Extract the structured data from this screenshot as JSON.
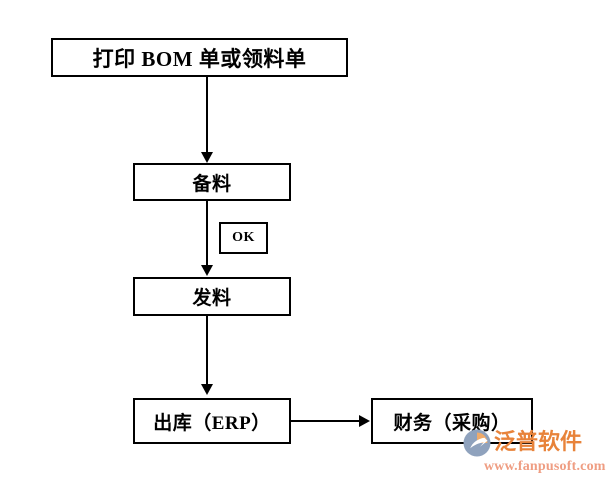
{
  "diagram": {
    "type": "flowchart",
    "title": "",
    "orientation": "top-to-bottom",
    "nodes": [
      {
        "id": "print",
        "label": "打印 BOM 单或领料单",
        "shape": "rectangle"
      },
      {
        "id": "prepare",
        "label": "备料",
        "shape": "rectangle"
      },
      {
        "id": "ok",
        "label": "OK",
        "shape": "rectangle"
      },
      {
        "id": "issue",
        "label": "发料",
        "shape": "rectangle"
      },
      {
        "id": "outbound",
        "label": "出库（ERP）",
        "shape": "rectangle"
      },
      {
        "id": "finance",
        "label": "财务（采购）",
        "shape": "rectangle"
      }
    ],
    "edges": [
      {
        "from": "print",
        "to": "prepare",
        "direction": "down",
        "label": ""
      },
      {
        "from": "prepare",
        "to": "issue",
        "direction": "down",
        "label": "OK"
      },
      {
        "from": "issue",
        "to": "outbound",
        "direction": "down",
        "label": ""
      },
      {
        "from": "outbound",
        "to": "finance",
        "direction": "right",
        "label": ""
      }
    ],
    "colors": {
      "line": "#000000",
      "text": "#000000",
      "background": "#ffffff"
    }
  },
  "watermark": {
    "brand": "泛普软件",
    "url": "www.fanpusoft.com",
    "logo_icon": "fanpu-swoosh-logo-icon",
    "colors": {
      "brand_text": "#e8833a",
      "url_text": "#ef9d82",
      "logo_blue": "#8fa2bd",
      "logo_orange": "#e8833a"
    }
  }
}
